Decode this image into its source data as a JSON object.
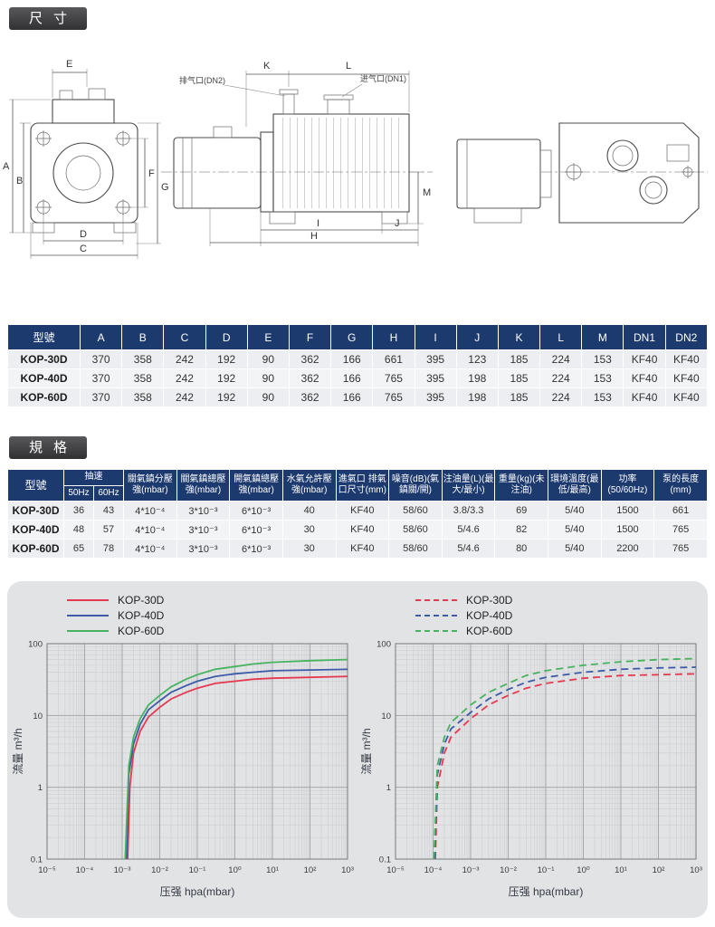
{
  "page": {
    "section1_title": "尺寸",
    "section2_title": "規格"
  },
  "drawing": {
    "dims": {
      "a": "A",
      "b": "B",
      "c": "C",
      "d": "D",
      "e": "E",
      "f": "F",
      "g": "G",
      "h": "H",
      "i": "I",
      "j": "J",
      "k": "K",
      "l": "L",
      "m": "M"
    },
    "callouts": {
      "exhaust": "排气口(DN2)",
      "inlet": "进气口(DN1)"
    }
  },
  "dim_table": {
    "headers": [
      "型號",
      "A",
      "B",
      "C",
      "D",
      "E",
      "F",
      "G",
      "H",
      "I",
      "J",
      "K",
      "L",
      "M",
      "DN1",
      "DN2"
    ],
    "rows": [
      [
        "KOP-30D",
        "370",
        "358",
        "242",
        "192",
        "90",
        "362",
        "166",
        "661",
        "395",
        "123",
        "185",
        "224",
        "153",
        "KF40",
        "KF40"
      ],
      [
        "KOP-40D",
        "370",
        "358",
        "242",
        "192",
        "90",
        "362",
        "166",
        "765",
        "395",
        "198",
        "185",
        "224",
        "153",
        "KF40",
        "KF40"
      ],
      [
        "KOP-60D",
        "370",
        "358",
        "242",
        "192",
        "90",
        "362",
        "166",
        "765",
        "395",
        "198",
        "185",
        "224",
        "153",
        "KF40",
        "KF40"
      ]
    ]
  },
  "spec_table": {
    "col_model": "型號",
    "col_speed": "抽速",
    "col_speed_sub": [
      "50Hz",
      "60Hz"
    ],
    "cols": [
      "關氣鎮分壓強(mbar)",
      "關氣鎮總壓強(mbar)",
      "開氣鎮總壓強(mbar)",
      "水氣允許壓強(mbar)",
      "進氣口 排氣口尺寸(mm)",
      "噪音(dB)(氣鎮關/開)",
      "注油量(L)(最大/最小)",
      "重量(kg)(未注油)",
      "環境溫度(最低/最高)",
      "功率(50/60Hz)",
      "泵的長度(mm)"
    ],
    "rows": [
      [
        "KOP-30D",
        "36",
        "43",
        "4*10⁻⁴",
        "3*10⁻³",
        "6*10⁻³",
        "40",
        "KF40",
        "58/60",
        "3.8/3.3",
        "69",
        "5/40",
        "1500",
        "661"
      ],
      [
        "KOP-40D",
        "48",
        "57",
        "4*10⁻⁴",
        "3*10⁻³",
        "6*10⁻³",
        "30",
        "KF40",
        "58/60",
        "5/4.6",
        "82",
        "5/40",
        "1500",
        "765"
      ],
      [
        "KOP-60D",
        "65",
        "78",
        "4*10⁻⁴",
        "3*10⁻³",
        "6*10⁻³",
        "30",
        "KF40",
        "58/60",
        "5/4.6",
        "80",
        "5/40",
        "2200",
        "765"
      ]
    ]
  },
  "chart_data": [
    {
      "type": "line",
      "title": "",
      "xlabel": "压强 hpa(mbar)",
      "ylabel": "流量 m³/h",
      "xscale": "log",
      "yscale": "log",
      "xlim": [
        1e-05,
        1000.0
      ],
      "ylim": [
        0.1,
        100
      ],
      "grid": true,
      "legend_position": "top-left",
      "line_style": "solid",
      "x_tick_labels": [
        "10⁻⁵",
        "10⁻⁴",
        "10⁻³",
        "10⁻²",
        "10⁻¹",
        "10⁰",
        "10¹",
        "10²",
        "10³"
      ],
      "y_ticks": [
        {
          "v": 100,
          "label": "100"
        },
        {
          "v": 10,
          "label": "10"
        },
        {
          "v": 1,
          "label": "1"
        },
        {
          "v": 0.1,
          "label": "0.1"
        }
      ],
      "series": [
        {
          "name": "KOP-30D",
          "color": "#e63950",
          "points": [
            [
              0.0014,
              0.1
            ],
            [
              0.0016,
              1
            ],
            [
              0.002,
              3
            ],
            [
              0.003,
              6
            ],
            [
              0.005,
              9.5
            ],
            [
              0.01,
              13
            ],
            [
              0.02,
              17
            ],
            [
              0.05,
              21
            ],
            [
              0.1,
              24
            ],
            [
              0.3,
              28
            ],
            [
              1,
              30
            ],
            [
              3,
              32
            ],
            [
              10,
              33
            ],
            [
              100,
              34
            ],
            [
              1000,
              35
            ]
          ]
        },
        {
          "name": "KOP-40D",
          "color": "#3c5aa8",
          "points": [
            [
              0.0013,
              0.1
            ],
            [
              0.0015,
              1.5
            ],
            [
              0.002,
              4
            ],
            [
              0.003,
              7.5
            ],
            [
              0.005,
              12
            ],
            [
              0.01,
              16
            ],
            [
              0.02,
              21
            ],
            [
              0.05,
              26
            ],
            [
              0.1,
              30
            ],
            [
              0.3,
              35
            ],
            [
              1,
              38
            ],
            [
              3,
              40
            ],
            [
              10,
              42
            ],
            [
              100,
              43
            ],
            [
              1000,
              44
            ]
          ]
        },
        {
          "name": "KOP-60D",
          "color": "#46b35e",
          "points": [
            [
              0.0012,
              0.1
            ],
            [
              0.0015,
              2
            ],
            [
              0.002,
              5
            ],
            [
              0.003,
              9
            ],
            [
              0.005,
              14
            ],
            [
              0.01,
              19
            ],
            [
              0.02,
              25
            ],
            [
              0.05,
              32
            ],
            [
              0.1,
              37
            ],
            [
              0.3,
              44
            ],
            [
              1,
              48
            ],
            [
              3,
              52
            ],
            [
              10,
              55
            ],
            [
              100,
              58
            ],
            [
              1000,
              60
            ]
          ]
        }
      ]
    },
    {
      "type": "line",
      "title": "",
      "xlabel": "压强 hpa(mbar)",
      "ylabel": "流量 m³/h",
      "xscale": "log",
      "yscale": "log",
      "xlim": [
        1e-05,
        1000.0
      ],
      "ylim": [
        0.1,
        100
      ],
      "grid": true,
      "legend_position": "top-left",
      "line_style": "dashed",
      "x_tick_labels": [
        "10⁻⁵",
        "10⁻⁴",
        "10⁻³",
        "10⁻²",
        "10⁻¹",
        "10⁰",
        "10¹",
        "10²",
        "10³"
      ],
      "y_ticks": [
        {
          "v": 100,
          "label": "100"
        },
        {
          "v": 10,
          "label": "10"
        },
        {
          "v": 1,
          "label": "1"
        },
        {
          "v": 0.1,
          "label": "0.1"
        }
      ],
      "series": [
        {
          "name": "KOP-30D",
          "color": "#e63950",
          "points": [
            [
              0.000115,
              0.1
            ],
            [
              0.00013,
              1
            ],
            [
              0.0002,
              3
            ],
            [
              0.0003,
              5
            ],
            [
              0.001,
              9
            ],
            [
              0.003,
              14
            ],
            [
              0.01,
              19
            ],
            [
              0.03,
              24
            ],
            [
              0.1,
              28
            ],
            [
              1,
              33
            ],
            [
              10,
              36
            ],
            [
              100,
              37
            ],
            [
              1000,
              38
            ]
          ]
        },
        {
          "name": "KOP-40D",
          "color": "#3c5aa8",
          "points": [
            [
              0.00011,
              0.1
            ],
            [
              0.00013,
              1.5
            ],
            [
              0.0002,
              4
            ],
            [
              0.0003,
              6.5
            ],
            [
              0.001,
              11
            ],
            [
              0.003,
              17
            ],
            [
              0.01,
              23
            ],
            [
              0.03,
              29
            ],
            [
              0.1,
              34
            ],
            [
              1,
              40
            ],
            [
              10,
              44
            ],
            [
              100,
              46
            ],
            [
              1000,
              47
            ]
          ]
        },
        {
          "name": "KOP-60D",
          "color": "#46b35e",
          "points": [
            [
              0.000105,
              0.1
            ],
            [
              0.00013,
              2
            ],
            [
              0.0002,
              5
            ],
            [
              0.0003,
              8
            ],
            [
              0.001,
              14
            ],
            [
              0.003,
              21
            ],
            [
              0.01,
              28
            ],
            [
              0.03,
              36
            ],
            [
              0.1,
              42
            ],
            [
              1,
              50
            ],
            [
              10,
              56
            ],
            [
              100,
              60
            ],
            [
              1000,
              62
            ]
          ]
        }
      ]
    }
  ]
}
